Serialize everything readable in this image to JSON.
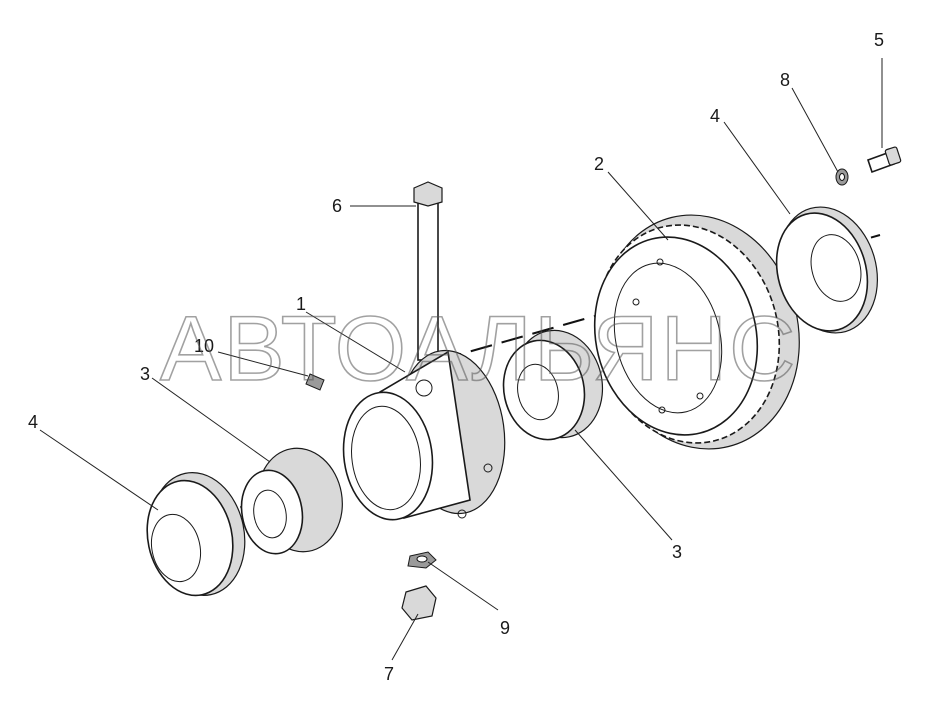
{
  "watermark": "АВТОАЛЬЯНС",
  "callouts": [
    {
      "id": "c1",
      "label": "1"
    },
    {
      "id": "c2",
      "label": "2"
    },
    {
      "id": "c3a",
      "label": "3"
    },
    {
      "id": "c3b",
      "label": "3"
    },
    {
      "id": "c4a",
      "label": "4"
    },
    {
      "id": "c4b",
      "label": "4"
    },
    {
      "id": "c5",
      "label": "5"
    },
    {
      "id": "c6",
      "label": "6"
    },
    {
      "id": "c7",
      "label": "7"
    },
    {
      "id": "c8",
      "label": "8"
    },
    {
      "id": "c9",
      "label": "9"
    },
    {
      "id": "c10",
      "label": "10"
    }
  ]
}
